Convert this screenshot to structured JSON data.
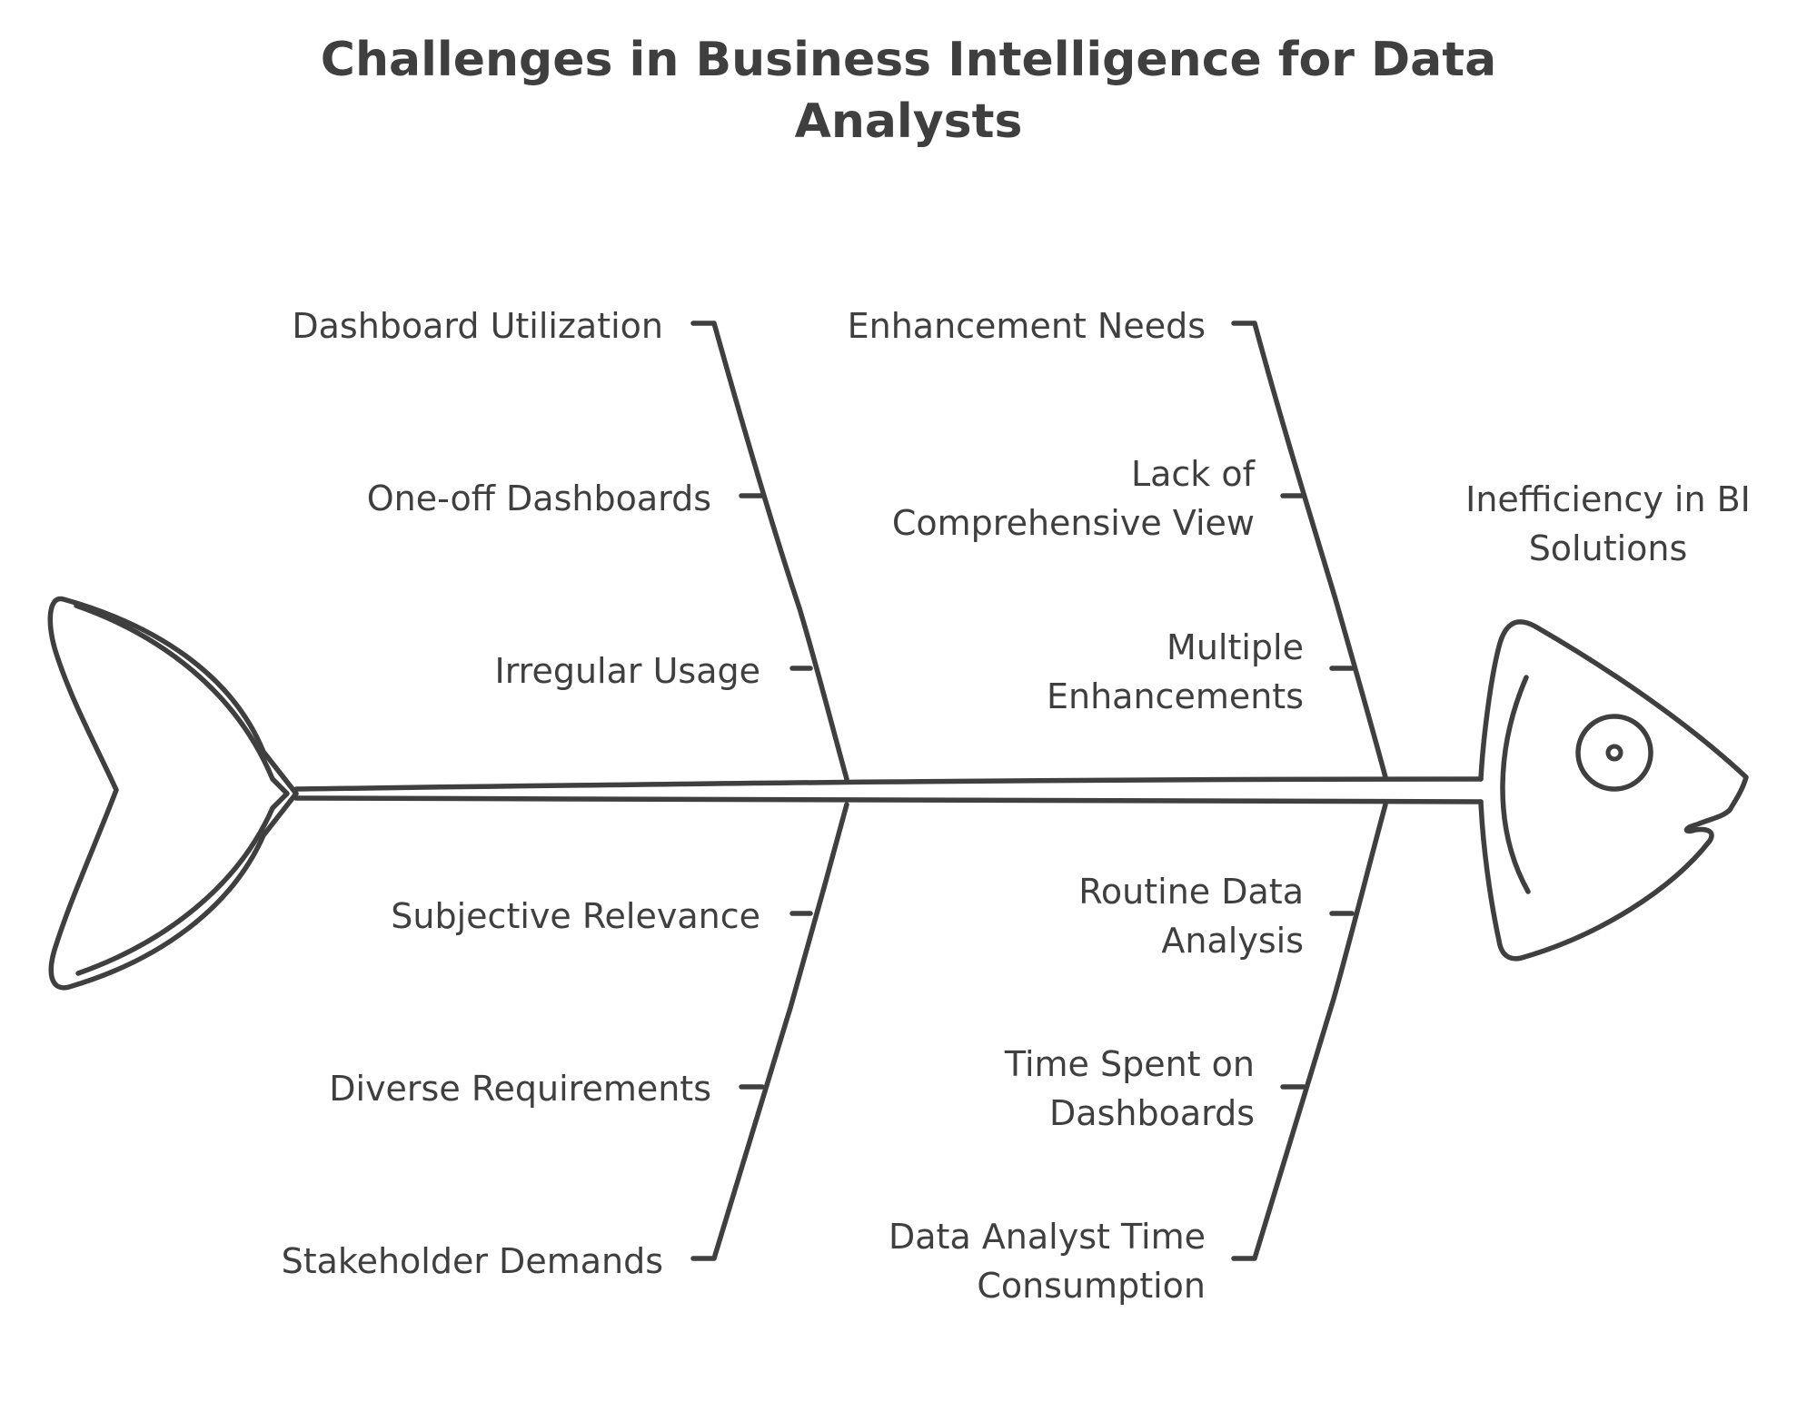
{
  "title": {
    "line1": "Challenges in Business Intelligence for Data",
    "line2": "Analysts"
  },
  "effect": {
    "line1": "Inefficiency in BI",
    "line2": "Solutions"
  },
  "causes": {
    "upper_left": {
      "head": "Dashboard Utilization",
      "items": [
        "One-off Dashboards",
        "Irregular Usage"
      ]
    },
    "upper_right": {
      "head": "Enhancement Needs",
      "items": [
        {
          "line1": "Lack of",
          "line2": "Comprehensive View"
        },
        {
          "line1": "Multiple",
          "line2": "Enhancements"
        }
      ]
    },
    "lower_left": {
      "head": "Stakeholder Demands",
      "items": [
        "Subjective Relevance",
        "Diverse Requirements"
      ]
    },
    "lower_right": {
      "head": {
        "line1": "Data Analyst Time",
        "line2": "Consumption"
      },
      "items": [
        {
          "line1": "Routine Data",
          "line2": "Analysis"
        },
        {
          "line1": "Time Spent on",
          "line2": "Dashboards"
        }
      ]
    }
  },
  "colors": {
    "ink": "#3f3f3f",
    "background": "#ffffff"
  },
  "icons": {
    "tail": "fish-tail-icon",
    "head": "fish-head-icon",
    "eye": "fish-eye-icon"
  }
}
